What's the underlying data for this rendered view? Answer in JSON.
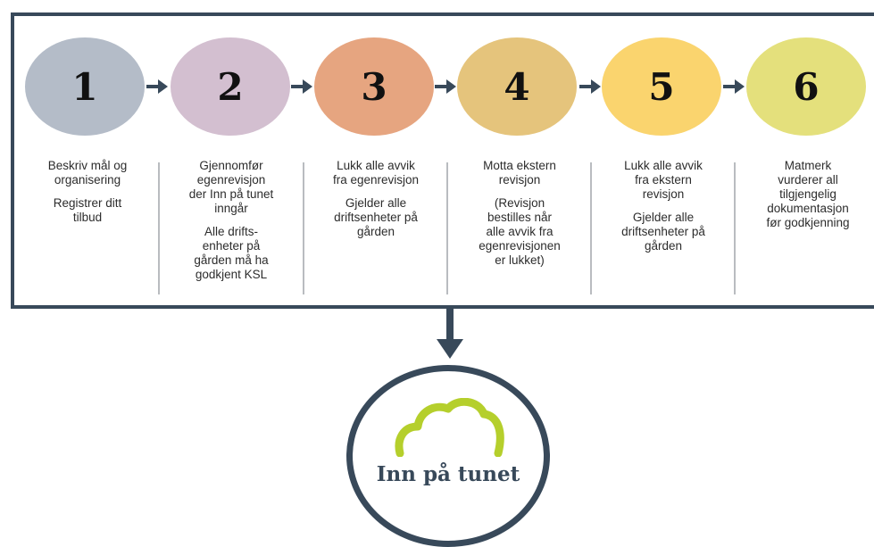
{
  "steps": [
    {
      "number": "1",
      "color": "#b4bcc8",
      "texts": [
        "Beskriv mål og\norganisering",
        "Registrer ditt\ntilbud"
      ]
    },
    {
      "number": "2",
      "color": "#d3bfd0",
      "texts": [
        "Gjennomfør\negenrevisjon\nder Inn på tunet\ninngår",
        "Alle drifts-\nenheter på\ngården må ha\ngodkjent KSL"
      ]
    },
    {
      "number": "3",
      "color": "#e6a580",
      "texts": [
        "Lukk alle avvik\nfra egenrevisjon",
        "Gjelder alle\ndriftsenheter på\ngården"
      ]
    },
    {
      "number": "4",
      "color": "#e5c47c",
      "texts": [
        "Motta ekstern\nrevisjon",
        "(Revisjon\nbestilles når\nalle avvik fra\negenrevisjonen\ner lukket)"
      ]
    },
    {
      "number": "5",
      "color": "#fad46e",
      "texts": [
        "Lukk alle avvik\nfra ekstern\nrevisjon",
        "Gjelder alle\ndriftsenheter på\ngården"
      ]
    },
    {
      "number": "6",
      "color": "#e4e07c",
      "texts": [
        "Matmerk\nvurderer all\ntilgjengelig\ndokumentasjon\nfør godkjenning"
      ]
    }
  ],
  "logo": {
    "text": "Inn på tunet",
    "cloud_color": "#b5cf2c",
    "ring_color": "#38495a"
  }
}
